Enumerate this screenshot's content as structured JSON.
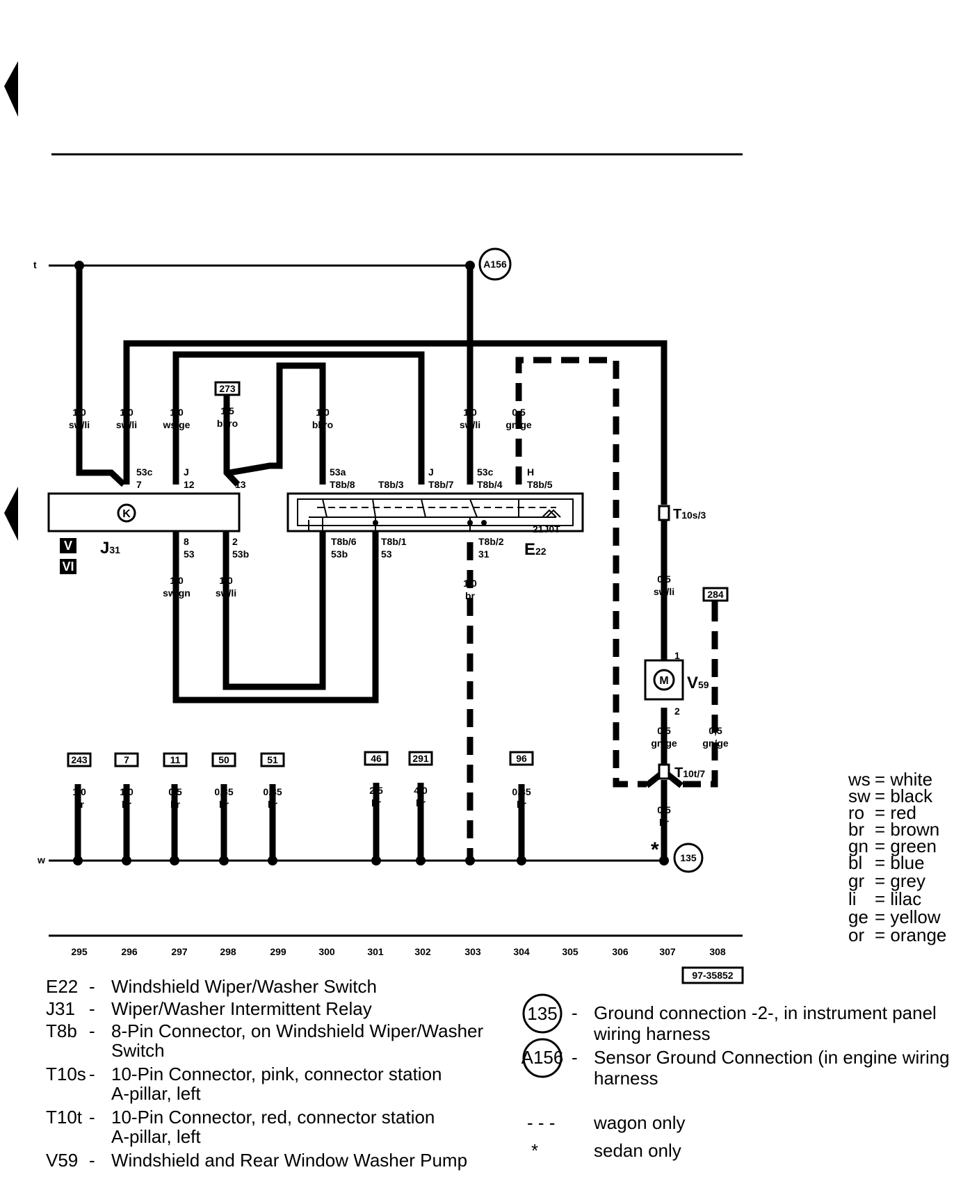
{
  "bus": {
    "top_label": "t",
    "bottom_label": "w",
    "ground_top_id": "A156",
    "ground_bottom_id": "135"
  },
  "components": {
    "relay_id": "J",
    "relay_sub": "31",
    "relay_symbol": "K",
    "fuse_v": "V",
    "fuse_vi": "VI",
    "switch_id": "E",
    "switch_sub": "22",
    "switch_code": "21J0T",
    "pump_id": "V",
    "pump_sub": "59",
    "pump_symbol": "M",
    "conn_t10s_main": "T",
    "conn_t10s_sub": "10s/3",
    "conn_t10t_main": "T",
    "conn_t10t_sub": "10t/7"
  },
  "refs": {
    "r273": "273",
    "r284": "284",
    "bottom": [
      "243",
      "7",
      "11",
      "50",
      "51",
      "46",
      "291",
      "96"
    ]
  },
  "wires": {
    "w1": [
      "1,0",
      "sw/li"
    ],
    "w2": [
      "1,0",
      "sw/li"
    ],
    "w3": [
      "1,0",
      "ws/ge"
    ],
    "w4": [
      "1,5",
      "bl/ro"
    ],
    "w5": [
      "1,0",
      "bl/ro"
    ],
    "w6": [
      "1,0",
      "sw/li"
    ],
    "w7": [
      "0,5",
      "gn/ge"
    ],
    "w8": [
      "1,0",
      "sw/gn"
    ],
    "w9": [
      "1,0",
      "sw/li"
    ],
    "w10": [
      "1,0",
      "br"
    ],
    "w11": [
      "0,5",
      "sw/li"
    ],
    "w12": [
      "0,5",
      "gn/ge"
    ],
    "w13": [
      "0,5",
      "gn/ge"
    ],
    "w14": [
      "0,5",
      "br"
    ],
    "bottom": [
      [
        "1,0",
        "br"
      ],
      [
        "1,0",
        "br"
      ],
      [
        "0,5",
        "br"
      ],
      [
        "0,35",
        "br"
      ],
      [
        "0,35",
        "br"
      ],
      [
        "2,5",
        "br"
      ],
      [
        "4,0",
        "br"
      ],
      [
        "0,35",
        "br"
      ]
    ]
  },
  "pins": {
    "j31_a": [
      "53c",
      "7"
    ],
    "j31_b": [
      "J",
      "12"
    ],
    "j31_c": [
      "13"
    ],
    "j31_d": [
      "8",
      "53"
    ],
    "j31_e": [
      "2",
      "53b"
    ],
    "e22_1": [
      "53a",
      "T8b/8"
    ],
    "e22_2": [
      "T8b/3"
    ],
    "e22_3": [
      "J",
      "T8b/7"
    ],
    "e22_4": [
      "53c",
      "T8b/4"
    ],
    "e22_5": [
      "H",
      "T8b/5"
    ],
    "e22_6": [
      "T8b/6",
      "53b"
    ],
    "e22_7": [
      "T8b/1",
      "53"
    ],
    "e22_8": [
      "T8b/2",
      "31"
    ],
    "v59_1": "1",
    "v59_2": "2"
  },
  "asterisk": "*",
  "track_numbers": [
    "295",
    "296",
    "297",
    "298",
    "299",
    "300",
    "301",
    "302",
    "303",
    "304",
    "305",
    "306",
    "307",
    "308"
  ],
  "diagram_id": "97-35852",
  "colors_legend": [
    [
      "ws",
      "= white"
    ],
    [
      "sw",
      "= black"
    ],
    [
      "ro",
      "= red"
    ],
    [
      "br",
      "= brown"
    ],
    [
      "gn",
      "= green"
    ],
    [
      "bl",
      "= blue"
    ],
    [
      "gr",
      "= grey"
    ],
    [
      "li",
      "= lilac"
    ],
    [
      "ge",
      "= yellow"
    ],
    [
      "or",
      "= orange"
    ]
  ],
  "legend": {
    "items": [
      {
        "code": "E22",
        "dash": "-",
        "lines": [
          "Windshield Wiper/Washer Switch"
        ]
      },
      {
        "code": "J31",
        "dash": "-",
        "lines": [
          "Wiper/Washer Intermittent Relay"
        ]
      },
      {
        "code": "T8b",
        "dash": "-",
        "lines": [
          "8-Pin Connector, on Windshield Wiper/Washer",
          "Switch"
        ]
      },
      {
        "code": "T10s",
        "dash": "-",
        "lines": [
          "10-Pin Connector, pink, connector station",
          "A-pillar, left"
        ]
      },
      {
        "code": "T10t",
        "dash": "-",
        "lines": [
          "10-Pin Connector, red, connector station",
          "A-pillar, left"
        ]
      },
      {
        "code": "V59",
        "dash": "-",
        "lines": [
          "Windshield and Rear Window Washer Pump"
        ]
      }
    ],
    "grounds": [
      {
        "id": "135",
        "dash": "-",
        "lines": [
          "Ground connection -2-, in instrument panel",
          "wiring harness"
        ]
      },
      {
        "id": "A156",
        "dash": "-",
        "lines": [
          "Sensor Ground Connection (in engine wiring",
          "harness"
        ]
      }
    ],
    "notes": [
      {
        "symbol": "- - -",
        "text": "wagon only"
      },
      {
        "symbol": "*",
        "text": "sedan only"
      }
    ]
  }
}
